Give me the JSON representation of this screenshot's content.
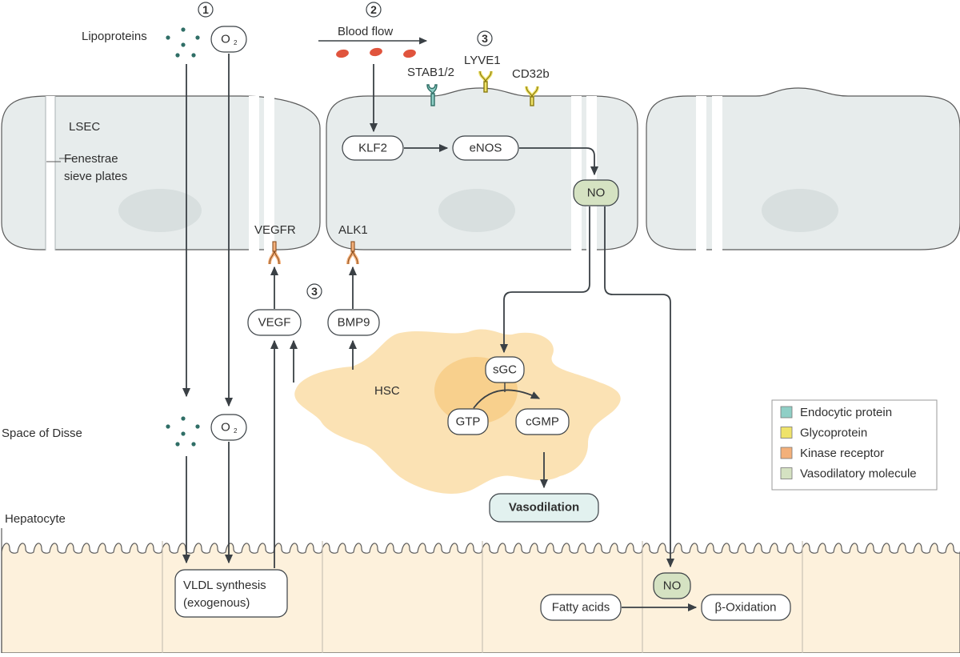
{
  "cell_labels": {
    "lsec": "LSEC",
    "fenestrae": "Fenestrae",
    "sieve_plates": "sieve plates",
    "hsc": "HSC",
    "space_of_disse": "Space of Disse",
    "hepatocyte": "Hepatocyte"
  },
  "step_numbers": {
    "step1": "1",
    "step2": "2",
    "step3_top": "3",
    "step3_mid": "3"
  },
  "top": {
    "lipoproteins": "Lipoproteins",
    "oxygen": "O",
    "oxygen_sub": "2",
    "blood_flow": "Blood flow"
  },
  "receptors": {
    "stab": "STAB1/2",
    "lyve1": "LYVE1",
    "cd32b": "CD32b",
    "vegfr": "VEGFR",
    "alk1": "ALK1"
  },
  "nodes": {
    "klf2": "KLF2",
    "enos": "eNOS",
    "no_lsec": "NO",
    "vegf": "VEGF",
    "bmp9": "BMP9",
    "sgc": "sGC",
    "gtp": "GTP",
    "cgmp": "cGMP",
    "vasodilation": "Vasodilation",
    "oxygen_disse": "O",
    "oxygen_disse_sub": "2",
    "vldl_line1": "VLDL synthesis",
    "vldl_line2": "(exogenous)",
    "fatty_acids": "Fatty acids",
    "beta_oxidation": "β-Oxidation",
    "no_hep": "NO"
  },
  "legend": [
    {
      "label": "Endocytic protein",
      "color": "#8fcfc6"
    },
    {
      "label": "Glycoprotein",
      "color": "#efe36a"
    },
    {
      "label": "Kinase receptor",
      "color": "#f3b07a"
    },
    {
      "label": "Vasodilatory molecule",
      "color": "#d5e2c2"
    }
  ],
  "colors": {
    "lsec_fill": "#e7ecec",
    "hsc_fill": "#fbe2b4",
    "hepatocyte_fill": "#fdf1dc",
    "rbc": "#e0543d",
    "arrow": "#3a4045",
    "dots": "#2f6e66",
    "no_fill": "#d5e2c2",
    "vasodilation_fill": "#e2f1ef"
  }
}
